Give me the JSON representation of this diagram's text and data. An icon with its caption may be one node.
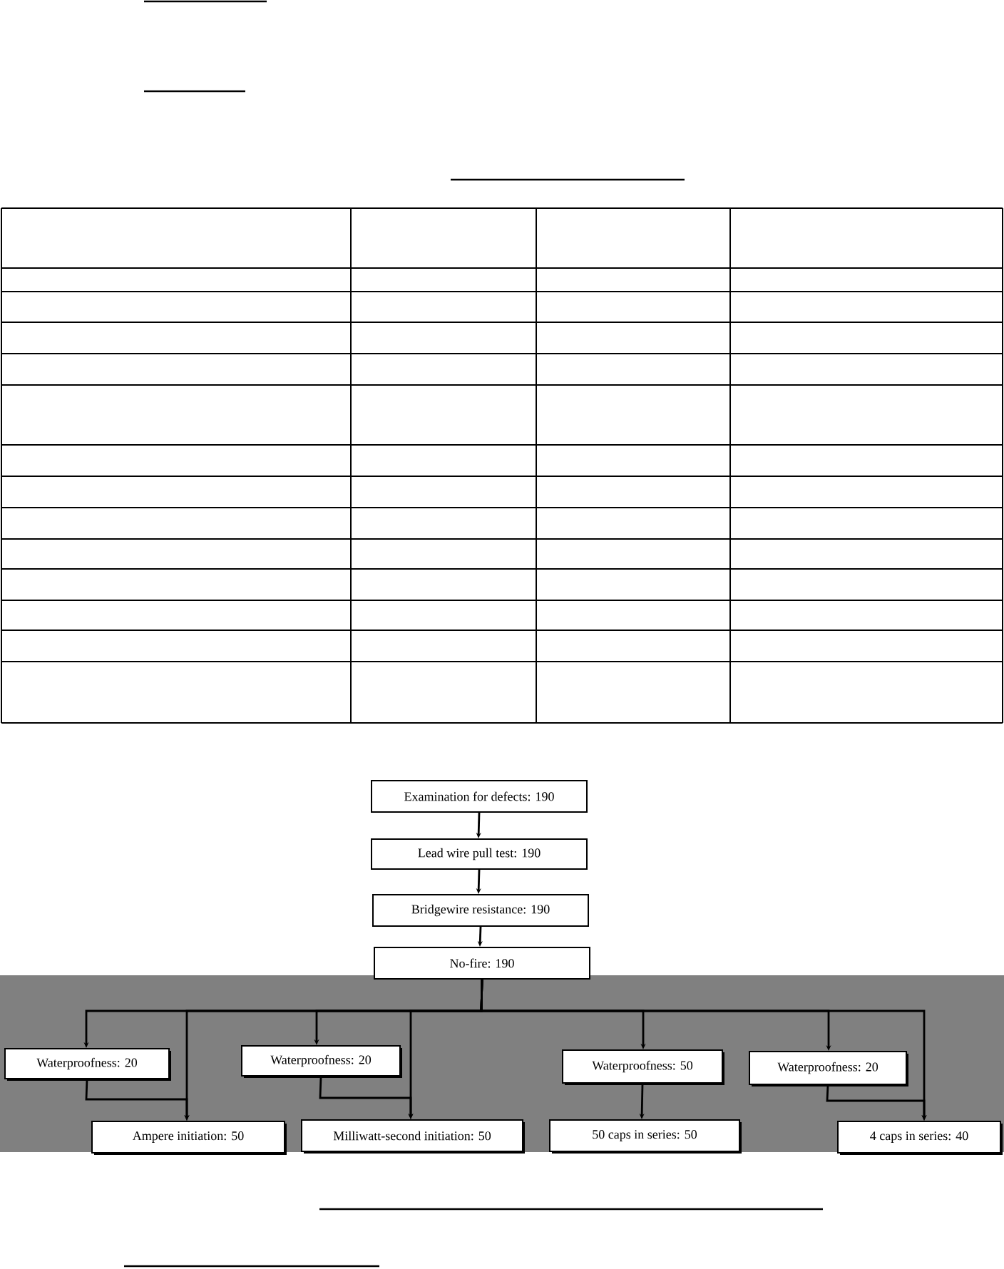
{
  "diagram": {
    "nodes": [
      {
        "text": [
          "Examination for defects: 190"
        ]
      },
      {
        "text": [
          "Lead wire pull test: 190"
        ]
      },
      {
        "text": [
          "Bridgewire resistance: 190"
        ]
      },
      {
        "text": [
          "No-fire: 190"
        ]
      },
      {
        "text": [
          "Waterproofness: 20"
        ]
      },
      {
        "text": [
          "Waterproofness: 20"
        ]
      },
      {
        "text": [
          "Waterproofness: 50"
        ]
      },
      {
        "text": [
          "Waterproofness: 20"
        ]
      },
      {
        "text": [
          "Ampere initiation: 50"
        ]
      },
      {
        "text": [
          "Milliwatt-second initiation: 50"
        ]
      },
      {
        "text": [
          "50 caps in series: 50"
        ]
      },
      {
        "text": [
          "4 caps in series: 40"
        ]
      }
    ],
    "edges": [
      {
        "from": 0,
        "to": 1,
        "arrow": "to"
      },
      {
        "from": 1,
        "to": 2,
        "arrow": "to"
      },
      {
        "from": 2,
        "to": 3,
        "arrow": "to"
      },
      {
        "from": 3,
        "to": 4,
        "arrow": "to"
      },
      {
        "from": 3,
        "to": 8,
        "arrow": "to"
      },
      {
        "from": 3,
        "to": 5,
        "arrow": "to"
      },
      {
        "from": 3,
        "to": 9,
        "arrow": "to"
      },
      {
        "from": 3,
        "to": 6,
        "arrow": "to"
      },
      {
        "from": 3,
        "to": 7,
        "arrow": "to"
      },
      {
        "from": 3,
        "to": 11,
        "arrow": "to"
      },
      {
        "from": 4,
        "to": 8,
        "arrow": "to"
      },
      {
        "from": 5,
        "to": 9,
        "arrow": "to"
      },
      {
        "from": 6,
        "to": 10,
        "arrow": "to"
      },
      {
        "from": 7,
        "to": 11,
        "arrow": "to"
      }
    ]
  }
}
